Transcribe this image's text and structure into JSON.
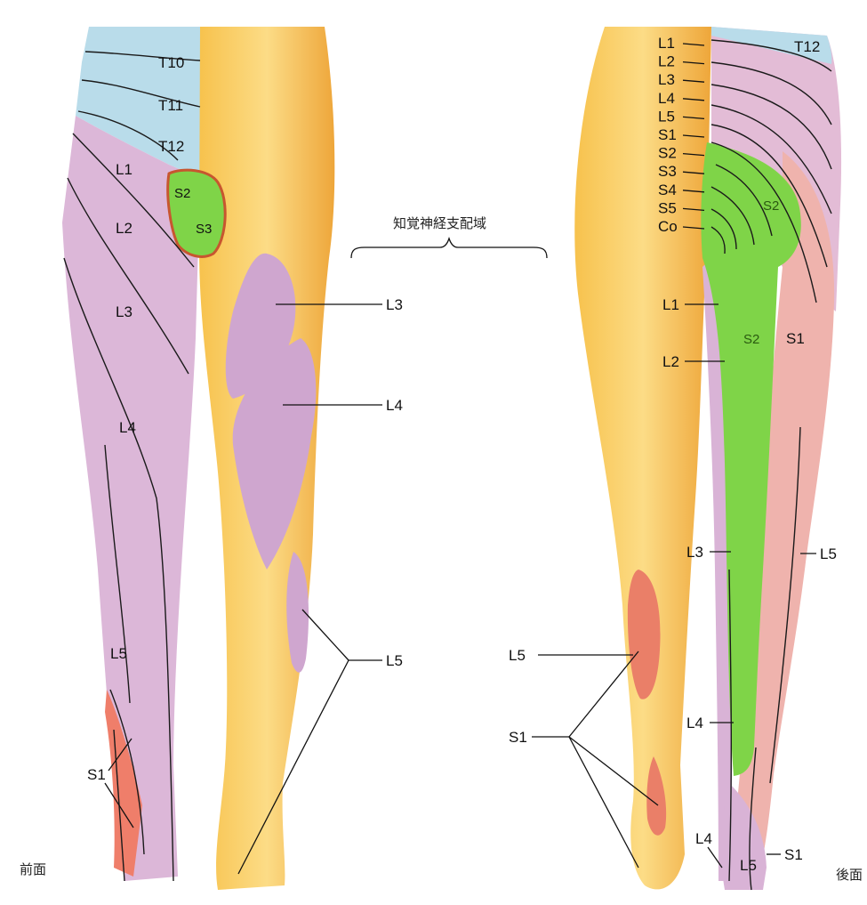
{
  "title": "知覚神経支配域",
  "views": {
    "front": "前面",
    "back": "後面"
  },
  "front_labels": {
    "t10": "T10",
    "t11": "T11",
    "t12": "T12",
    "l1": "L1",
    "l2": "L2",
    "l3": "L3",
    "l4": "L4",
    "l5": "L5",
    "s1": "S1",
    "s2": "S2",
    "s3": "S3",
    "callout_l3": "L3",
    "callout_l4": "L4",
    "callout_l5": "L5"
  },
  "back_labels": {
    "t12": "T12",
    "stack": [
      "L1",
      "L2",
      "L3",
      "L4",
      "L5",
      "S1",
      "S2",
      "S3",
      "S4",
      "S5",
      "Co"
    ],
    "s2_upper": "S2",
    "s2_lower": "S2",
    "s1_side": "S1",
    "l1": "L1",
    "l2": "L2",
    "l3": "L3",
    "l4": "L4",
    "l5_side": "L5",
    "l5_calf": "L5",
    "s1_calf": "S1",
    "foot_l4": "L4",
    "foot_l5": "L5",
    "foot_s1": "S1"
  },
  "colors": {
    "skin": "#f2b53c",
    "skin_light": "#fbd77a",
    "lumbar_purple": "#d9b3d6",
    "thoracic_blue": "#b9dcea",
    "sacral_green": "#7fd448",
    "s1_red": "#ef7e6a",
    "s1_pink": "#efb3ad"
  }
}
